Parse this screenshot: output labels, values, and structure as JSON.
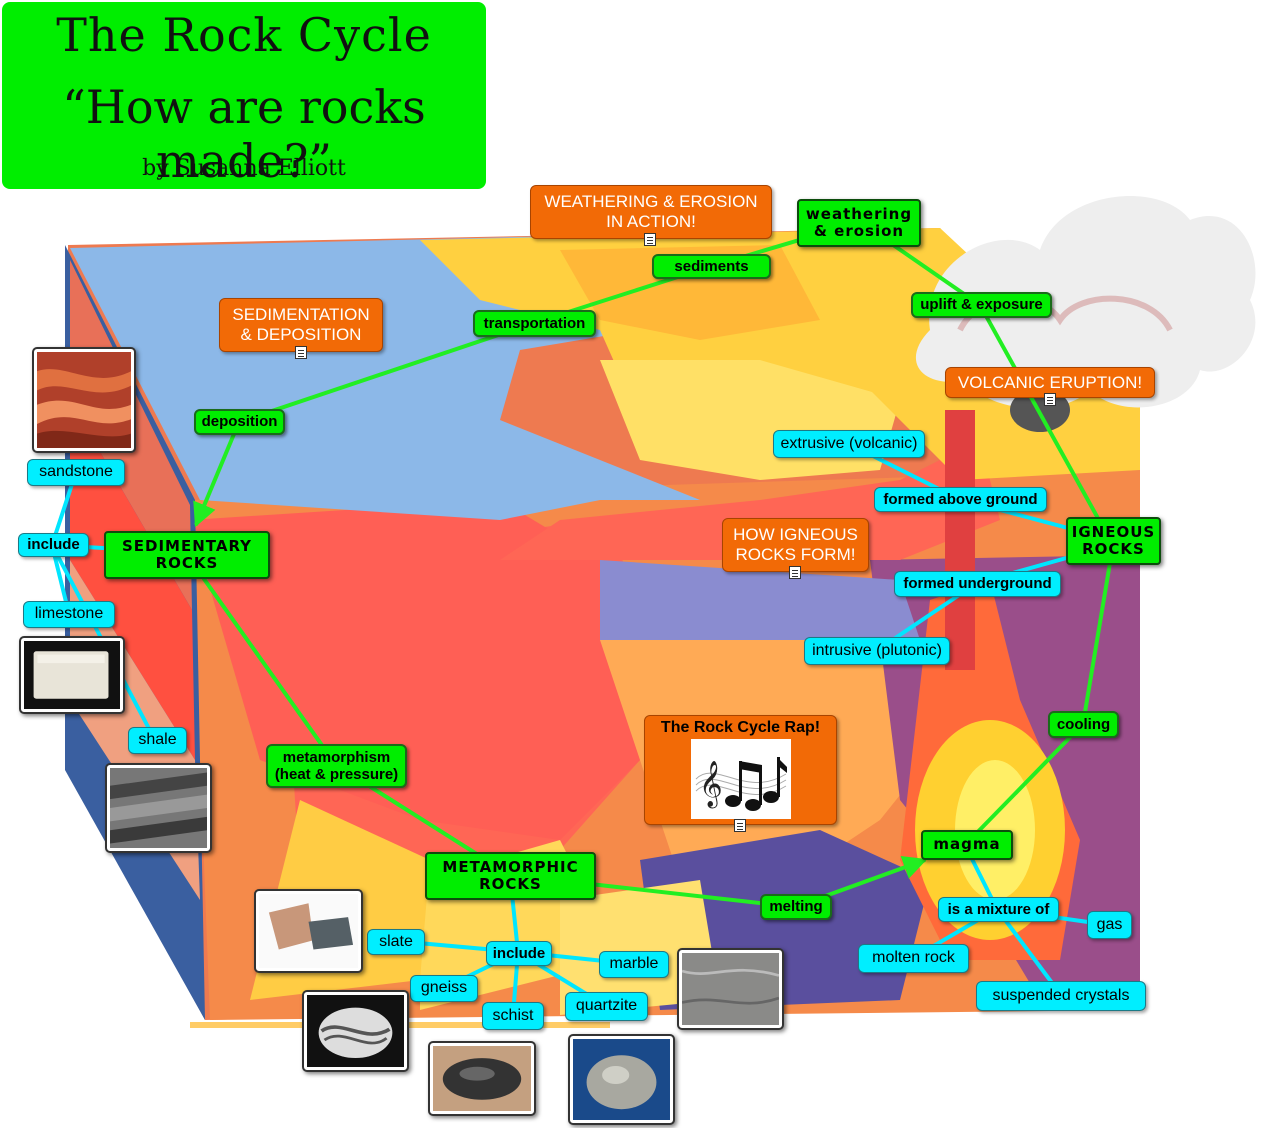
{
  "title": {
    "line1": "The Rock Cycle",
    "line2": "“How are rocks made?”",
    "byline": "by Susanna Elliott"
  },
  "colors": {
    "title_bg": "#00ee00",
    "concept_bg": "#00ee00",
    "link_bg": "#00eeff",
    "resource_bg": "#f26a06",
    "connector": "#22ee22"
  },
  "resources": {
    "weathering_action": {
      "line1": "WEATHERING & EROSION",
      "line2": "IN ACTION!",
      "icon": "document-icon"
    },
    "sedimentation": {
      "line1": "SEDIMENTATION",
      "line2": "& DEPOSITION",
      "icon": "document-icon"
    },
    "volcanic": {
      "line1": "VOLCANIC ERUPTION!",
      "icon": "document-icon"
    },
    "igneous_form": {
      "line1": "HOW IGNEOUS",
      "line2": "ROCKS FORM!",
      "icon": "document-icon"
    },
    "rap": {
      "label": "The Rock Cycle Rap!",
      "icon": "music-notes-icon"
    }
  },
  "concepts": {
    "sedimentary": {
      "line1": "SEDIMENTARY",
      "line2": "ROCKS"
    },
    "metamorphic": {
      "line1": "METAMORPHIC",
      "line2": "ROCKS"
    },
    "igneous": {
      "line1": "IGNEOUS",
      "line2": "ROCKS"
    },
    "magma": "magma",
    "weathering": {
      "line1": "weathering",
      "line2": "& erosion"
    }
  },
  "links": {
    "sediments": "sediments",
    "transportation": "transportation",
    "deposition": "deposition",
    "uplift": "uplift & exposure",
    "metamorphism": {
      "line1": "metamorphism",
      "line2": "(heat & pressure)"
    },
    "melting": "melting",
    "cooling": "cooling",
    "sed_include": "include",
    "meta_include": "include",
    "formed_above": "formed above ground",
    "formed_under": "formed underground",
    "mixture": "is a mixture of"
  },
  "examples": {
    "sandstone": "sandstone",
    "limestone": "limestone",
    "shale": "shale",
    "slate": "slate",
    "gneiss": "gneiss",
    "schist": "schist",
    "quartzite": "quartzite",
    "marble": "marble",
    "extrusive": "extrusive (volcanic)",
    "intrusive": "intrusive (plutonic)",
    "gas": "gas",
    "molten_rock": "molten rock",
    "crystals": "suspended crystals"
  }
}
